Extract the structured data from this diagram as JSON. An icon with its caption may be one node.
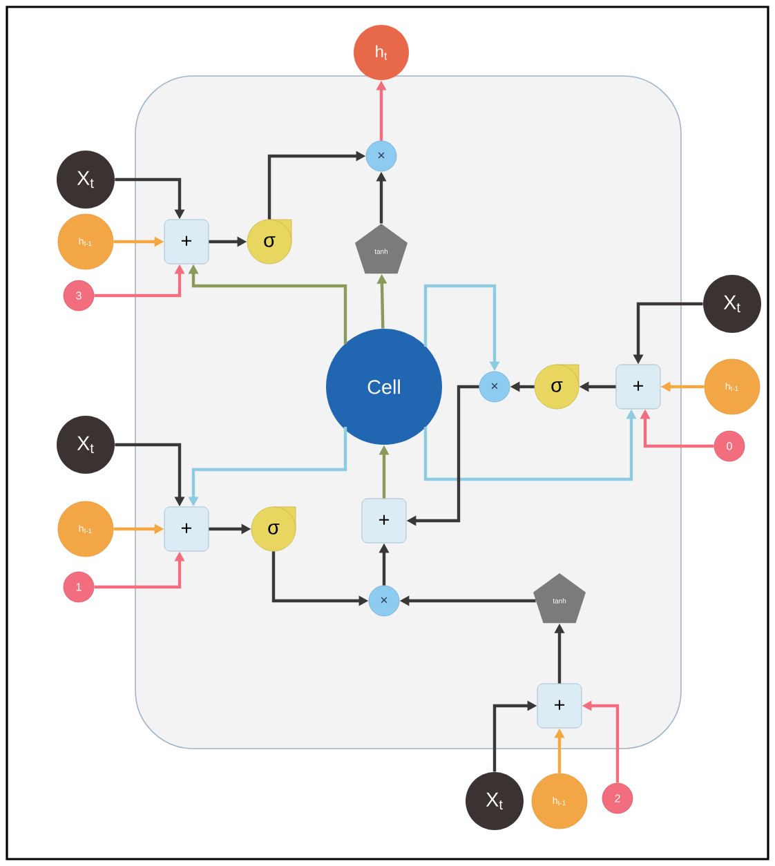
{
  "diagram": {
    "nodes": [
      {
        "text": [],
        "shape": "box"
      },
      {
        "text": [
          "h$_{t}$"
        ]
      },
      {
        "text": [
          "X$_{t}$"
        ]
      },
      {
        "text": [
          "h$_{t-1}$"
        ]
      },
      {
        "text": [
          "3"
        ]
      },
      {
        "text": [
          "+"
        ],
        "in": 0
      },
      {
        "text": [
          "σ"
        ],
        "in": 0
      },
      {
        "text": [
          "×"
        ],
        "in": 0
      },
      {
        "text": [
          "tanh"
        ],
        "in": 0
      },
      {
        "text": [
          "Cell"
        ],
        "in": 0
      },
      {
        "text": [
          "X$_{t}$"
        ]
      },
      {
        "text": [
          "×"
        ],
        "in": 0
      },
      {
        "text": [
          "σ"
        ],
        "in": 0
      },
      {
        "text": [
          "+"
        ],
        "in": 0
      },
      {
        "text": [
          "h$_{t-1}$"
        ]
      },
      {
        "text": [
          "0"
        ]
      },
      {
        "text": [
          "X$_{t}$"
        ]
      },
      {
        "text": [
          "h$_{t-1}$"
        ]
      },
      {
        "text": [
          "1"
        ]
      },
      {
        "text": [
          "+"
        ],
        "in": 0
      },
      {
        "text": [
          "σ"
        ],
        "in": 0
      },
      {
        "text": [
          "+"
        ],
        "in": 0
      },
      {
        "text": [
          "×"
        ],
        "in": 0
      },
      {
        "text": [
          "tanh"
        ],
        "in": 0
      },
      {
        "text": [
          "+"
        ],
        "in": 0
      },
      {
        "text": [
          "X$_{t}$"
        ]
      },
      {
        "text": [
          "h$_{t-1}$"
        ]
      },
      {
        "text": [
          "2"
        ]
      }
    ],
    "edges": [
      {
        "from": 2,
        "to": 5,
        "arrow": "to"
      },
      {
        "from": 3,
        "to": 5,
        "arrow": "to",
        "color": "#f5a742"
      },
      {
        "from": 4,
        "to": 5,
        "arrow": "to",
        "color": "#f26d7d"
      },
      {
        "from": 9,
        "to": 5,
        "arrow": "to",
        "color": "#8a9a5b"
      },
      {
        "from": 5,
        "to": 6,
        "arrow": "to"
      },
      {
        "from": 6,
        "to": 7,
        "arrow": "to"
      },
      {
        "from": 8,
        "to": 7,
        "arrow": "to"
      },
      {
        "from": 9,
        "to": 8,
        "arrow": "to",
        "color": "#8a9a5b"
      },
      {
        "from": 7,
        "to": 1,
        "arrow": "to",
        "color": "#f26d7d"
      },
      {
        "from": 10,
        "to": 13,
        "arrow": "to"
      },
      {
        "from": 14,
        "to": 13,
        "arrow": "to",
        "color": "#f5a742"
      },
      {
        "from": 15,
        "to": 13,
        "arrow": "to",
        "color": "#f26d7d"
      },
      {
        "from": 9,
        "to": 13,
        "arrow": "to",
        "color": "#8ccbe0"
      },
      {
        "from": 9,
        "to": 11,
        "arrow": "to",
        "color": "#8ccbe0"
      },
      {
        "from": 13,
        "to": 12,
        "arrow": "to"
      },
      {
        "from": 12,
        "to": 11,
        "arrow": "to"
      },
      {
        "from": 11,
        "to": 21,
        "arrow": "to"
      },
      {
        "from": 16,
        "to": 19,
        "arrow": "to"
      },
      {
        "from": 17,
        "to": 19,
        "arrow": "to",
        "color": "#f5a742"
      },
      {
        "from": 18,
        "to": 19,
        "arrow": "to",
        "color": "#f26d7d"
      },
      {
        "from": 9,
        "to": 19,
        "arrow": "to",
        "color": "#8ccbe0"
      },
      {
        "from": 19,
        "to": 20,
        "arrow": "to"
      },
      {
        "from": 20,
        "to": 22,
        "arrow": "to"
      },
      {
        "from": 23,
        "to": 22,
        "arrow": "to"
      },
      {
        "from": 22,
        "to": 21,
        "arrow": "to"
      },
      {
        "from": 21,
        "to": 9,
        "arrow": "to",
        "color": "#8a9a5b"
      },
      {
        "from": 24,
        "to": 23,
        "arrow": "to"
      },
      {
        "from": 25,
        "to": 24,
        "arrow": "to"
      },
      {
        "from": 26,
        "to": 24,
        "arrow": "to",
        "color": "#f5a742"
      },
      {
        "from": 27,
        "to": 24,
        "arrow": "to",
        "color": "#f26d7d"
      }
    ]
  }
}
